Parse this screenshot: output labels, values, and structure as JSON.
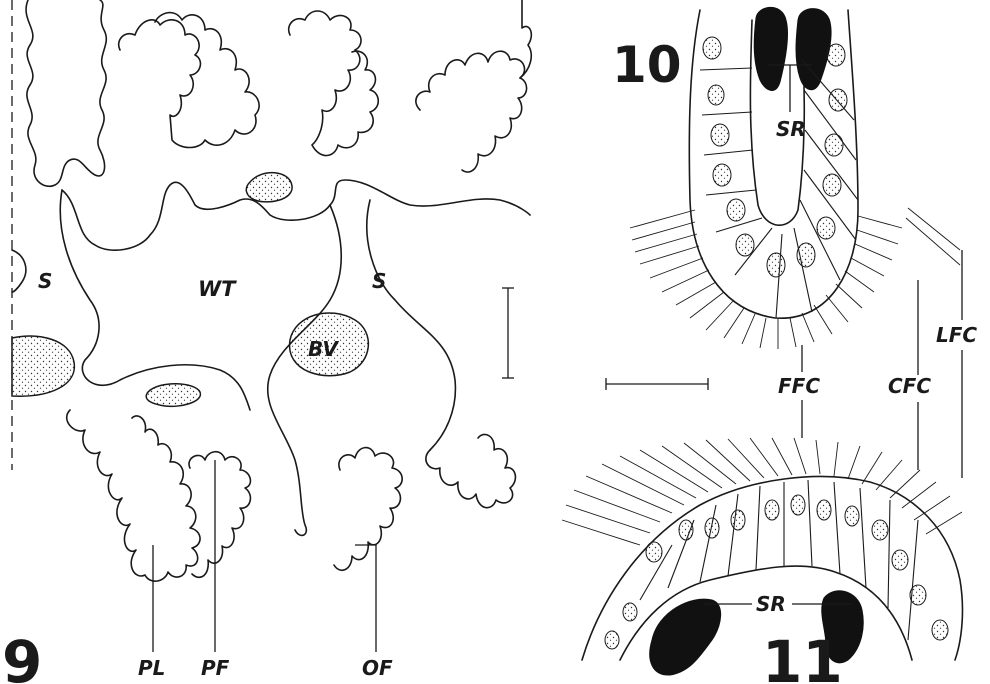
{
  "figures": {
    "fig9": {
      "number": "9",
      "labels": {
        "septum": "S",
        "septum_2": "S",
        "wall_tissue": "WT",
        "blood_vessel": "BV",
        "primary_lamella": "PL",
        "primary_fold": "PF",
        "outer_fold": "OF"
      }
    },
    "fig10": {
      "number": "10",
      "labels": {
        "sr": "SR",
        "ffc": "FFC",
        "cfc": "CFC",
        "lfc": "LFC"
      }
    },
    "fig11": {
      "number": "11",
      "labels": {
        "sr": "SR"
      }
    }
  },
  "colors": {
    "ink": "#1a1a1a",
    "background": "#ffffff",
    "stipple": "#333333"
  }
}
